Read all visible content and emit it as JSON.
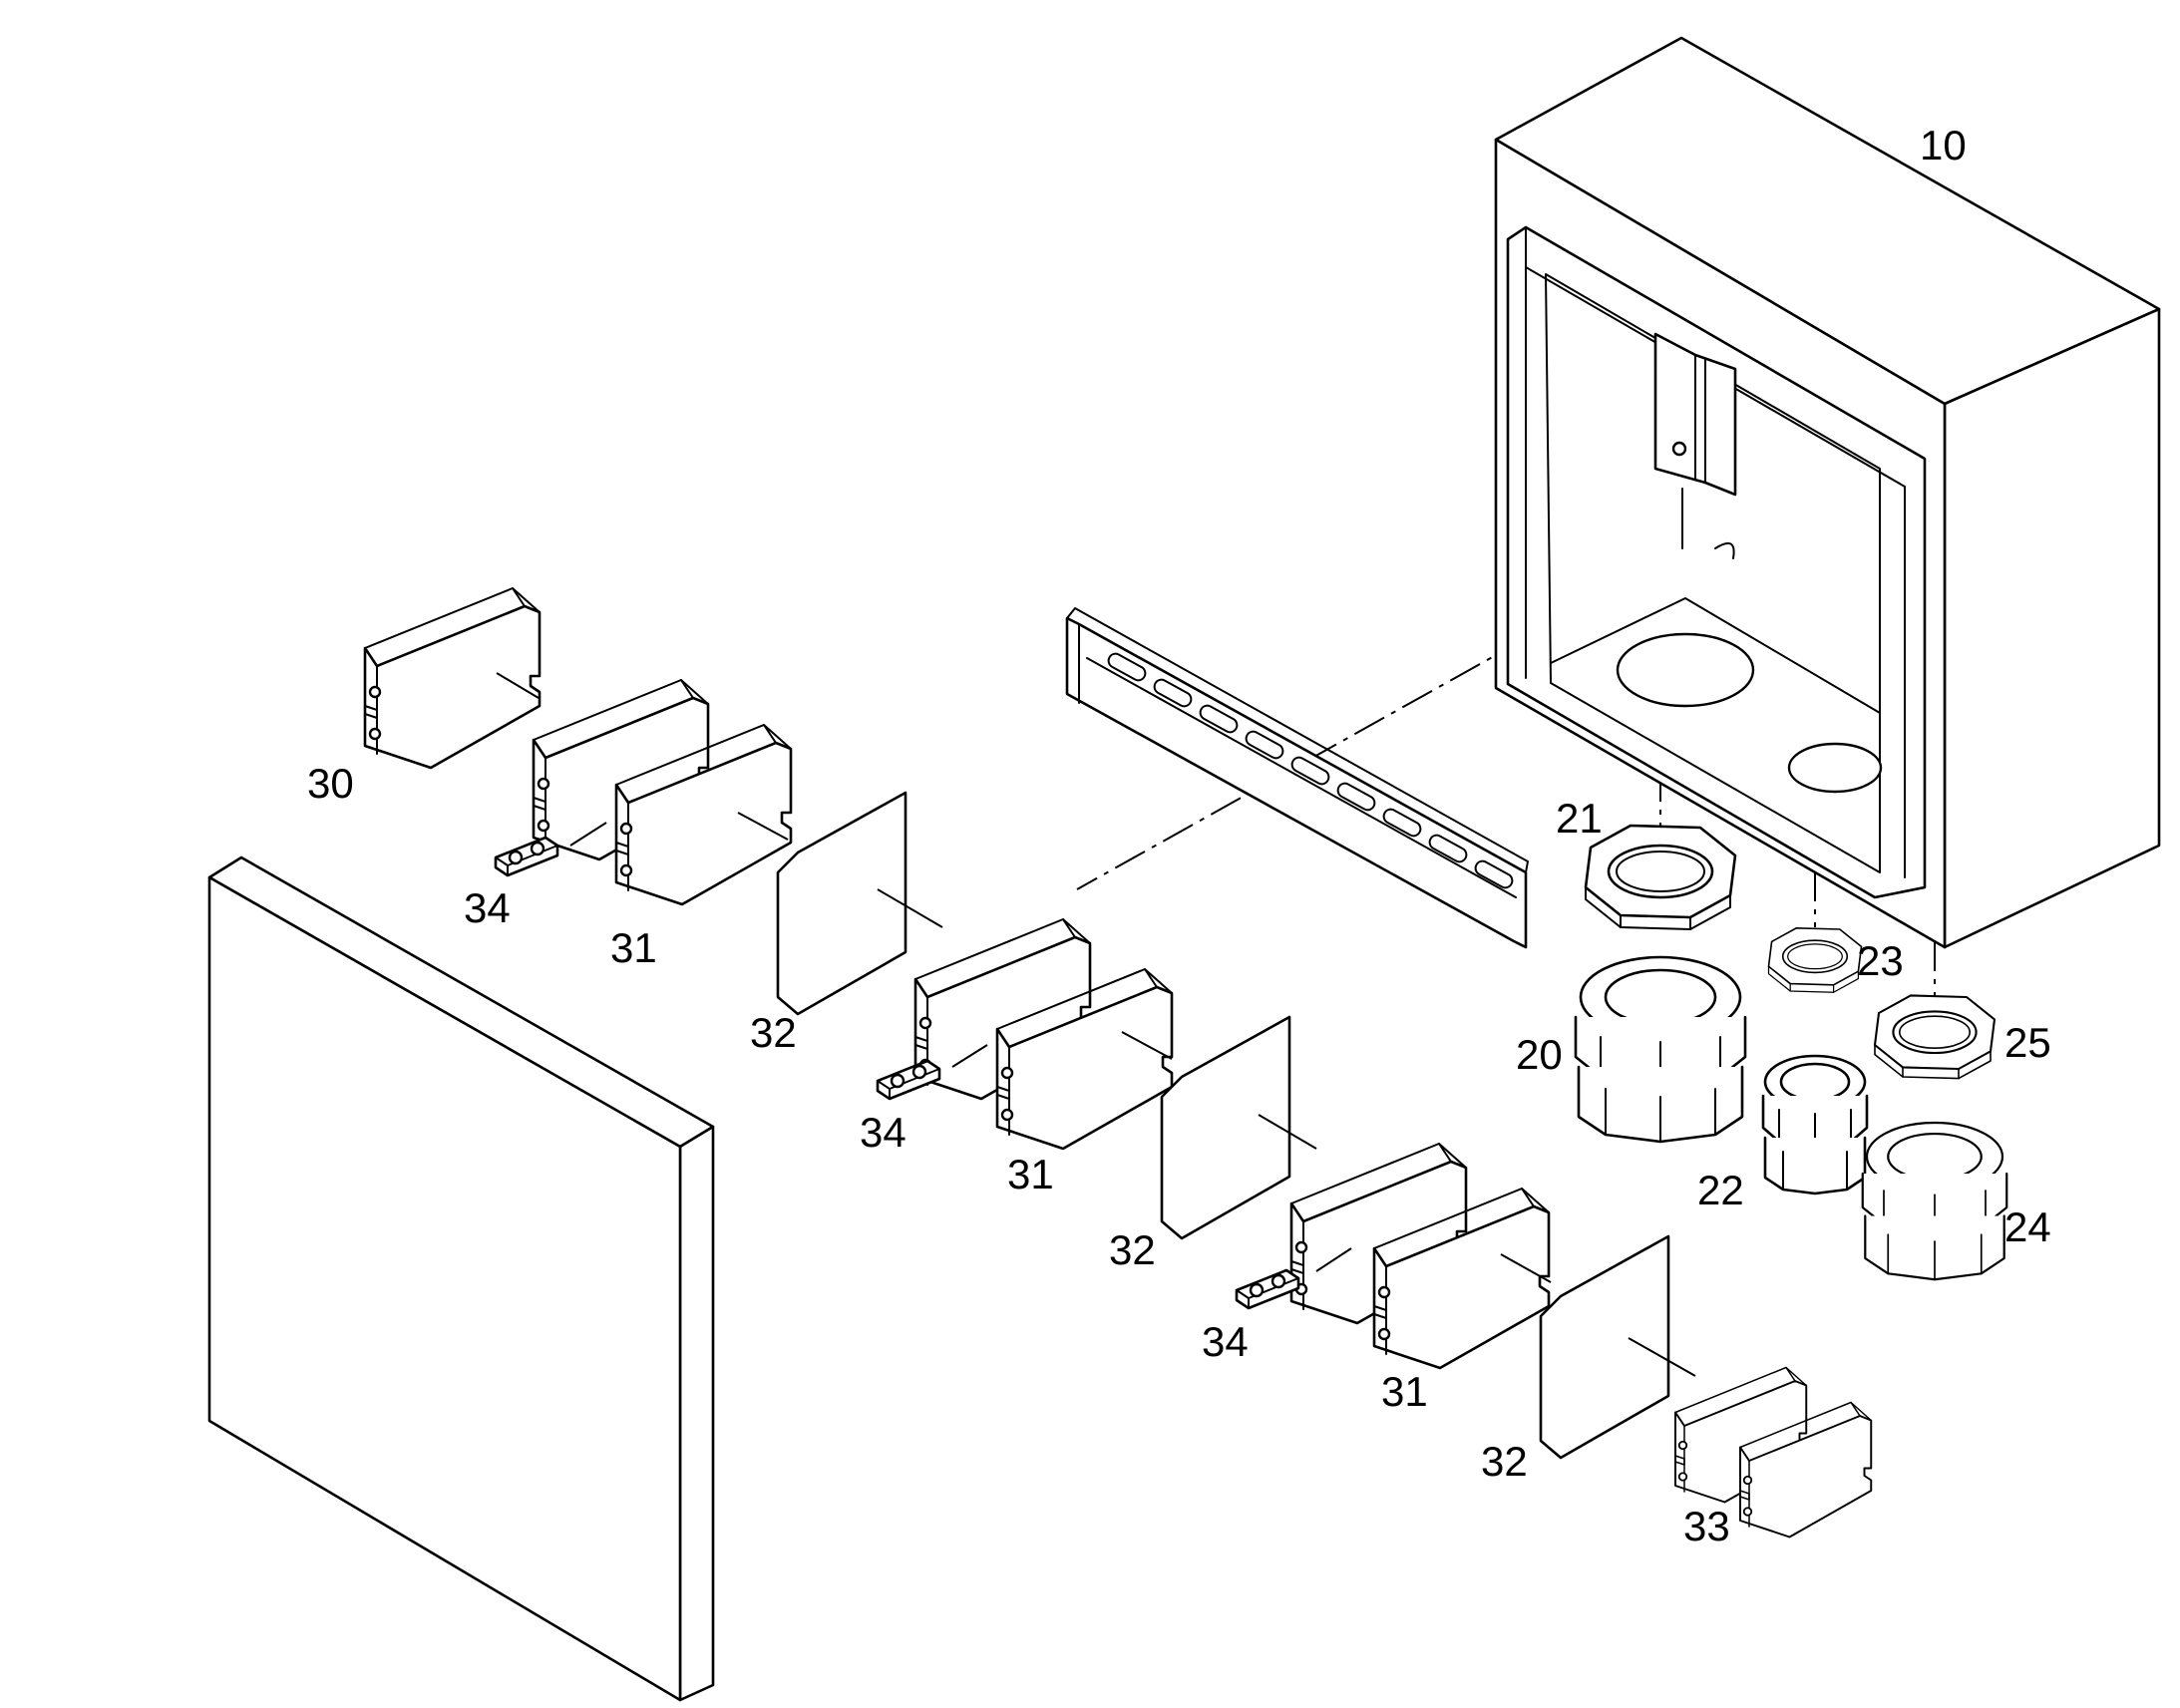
{
  "diagram": {
    "type": "exploded-assembly",
    "colors": {
      "line": "#000000",
      "background": "#ffffff"
    },
    "reference_numerals": {
      "enclosure": "10",
      "gland_20": "20",
      "locknut_21": "21",
      "gland_22": "22",
      "locknut_23": "23",
      "gland_24": "24",
      "locknut_25": "25",
      "module_30": "30",
      "module_31a": "31",
      "module_31b": "31",
      "module_31c": "31",
      "plate_32a": "32",
      "plate_32b": "32",
      "plate_32c": "32",
      "terminals_33": "33",
      "bridge_34a": "34",
      "bridge_34b": "34",
      "bridge_34c": "34"
    }
  }
}
